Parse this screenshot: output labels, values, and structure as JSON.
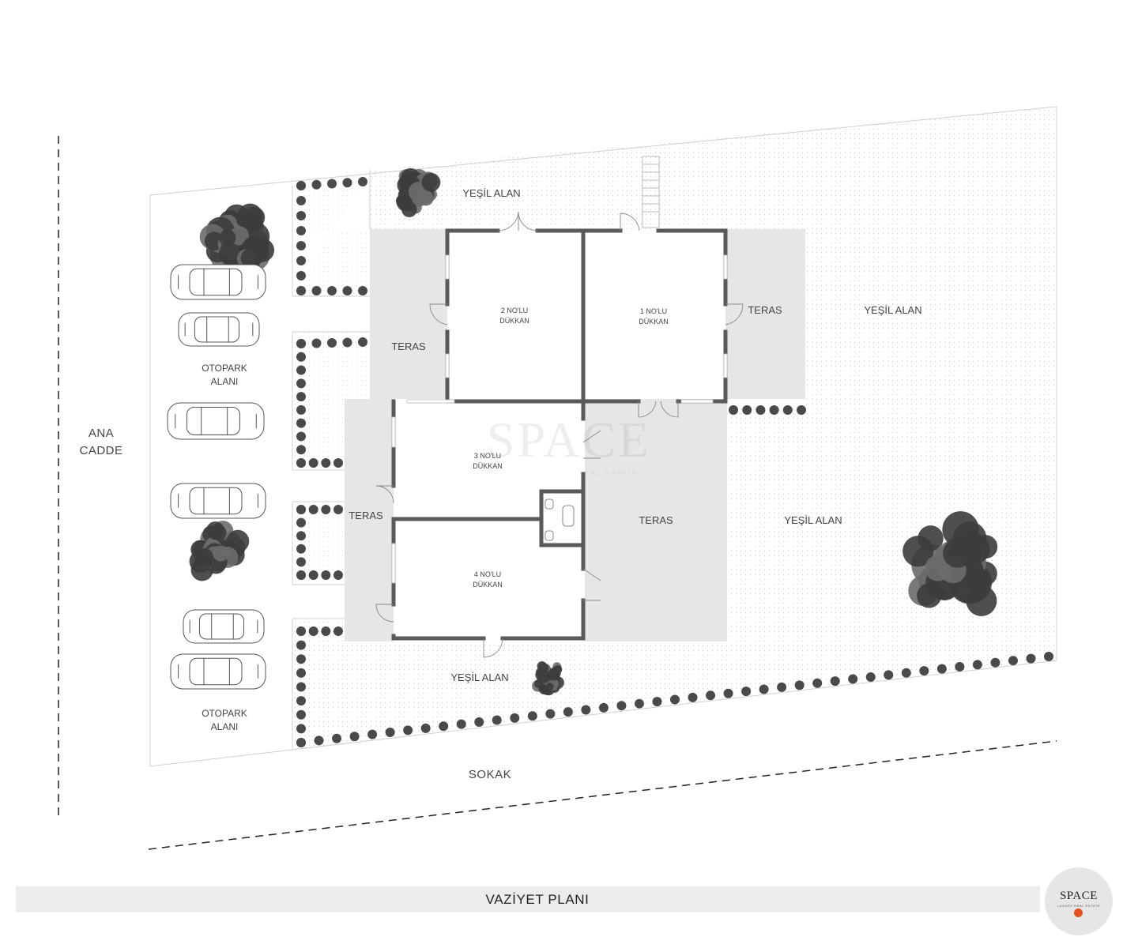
{
  "labels": {
    "main_road": [
      "ANA",
      "CADDE"
    ],
    "street": "SOKAK",
    "parking_top": [
      "OTOPARK",
      "ALANI"
    ],
    "parking_bottom": [
      "OTOPARK",
      "ALANI"
    ],
    "green_top": "YEŞİL ALAN",
    "green_right": "YEŞİL ALAN",
    "green_mid_right": "YEŞİL ALAN",
    "green_bottom": "YEŞİL ALAN",
    "terrace_left_upper": "TERAS",
    "terrace_right_upper": "TERAS",
    "terrace_left_lower": "TERAS",
    "terrace_center": "TERAS",
    "shop_1": [
      "1 NO'LU",
      "DÜKKAN"
    ],
    "shop_2": [
      "2 NO'LU",
      "DÜKKAN"
    ],
    "shop_3": [
      "3 NO'LU",
      "DÜKKAN"
    ],
    "shop_4": [
      "4 NO'LU",
      "DÜKKAN"
    ]
  },
  "title": "VAZİYET PLANI",
  "logo": {
    "name": "SPACE",
    "tagline": "LUXURY REAL ESTATE",
    "dot_color": "#e0531f"
  },
  "watermark": {
    "name": "SPACE",
    "tagline": "REAL ESTATE"
  },
  "colors": {
    "wall": "#5a5a5a",
    "terrace": "#e6e6e6",
    "hedge": "#4a4a4a",
    "tree": "#3c3c3c",
    "boundary": "#cfcfcf"
  }
}
